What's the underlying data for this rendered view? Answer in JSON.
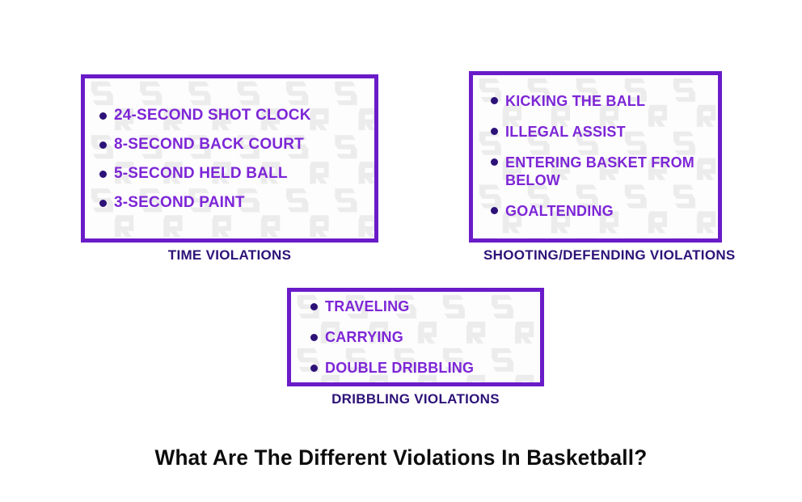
{
  "cards": [
    {
      "id": "time",
      "caption": "TIME VIOLATIONS",
      "items": [
        "24-SECOND SHOT CLOCK",
        "8-SECOND BACK COURT",
        "5-SECOND HELD BALL",
        "3-SECOND PAINT"
      ]
    },
    {
      "id": "shooting",
      "caption": "SHOOTING/DEFENDING VIOLATIONS",
      "items": [
        "KICKING THE BALL",
        "ILLEGAL ASSIST",
        "ENTERING BASKET FROM BELOW",
        "GOALTENDING"
      ]
    },
    {
      "id": "dribbling",
      "caption": "DRIBBLING VIOLATIONS",
      "items": [
        "TRAVELING",
        "CARRYING",
        "DOUBLE DRIBBLING"
      ]
    }
  ],
  "headline": "What Are The Different Violations In Basketball?",
  "colors": {
    "border_purple": "#6a1bc8",
    "item_text_violet": "#7d26d6",
    "bullet_navy": "#2d1278",
    "caption_navy": "#2d1278",
    "headline_black": "#0d0d0d",
    "watermark_gray": "#ececec",
    "card_background": "#fdfdfe",
    "page_background": "#ffffff"
  },
  "watermark": {
    "icon": "sr-monogram-watermark-icon"
  }
}
